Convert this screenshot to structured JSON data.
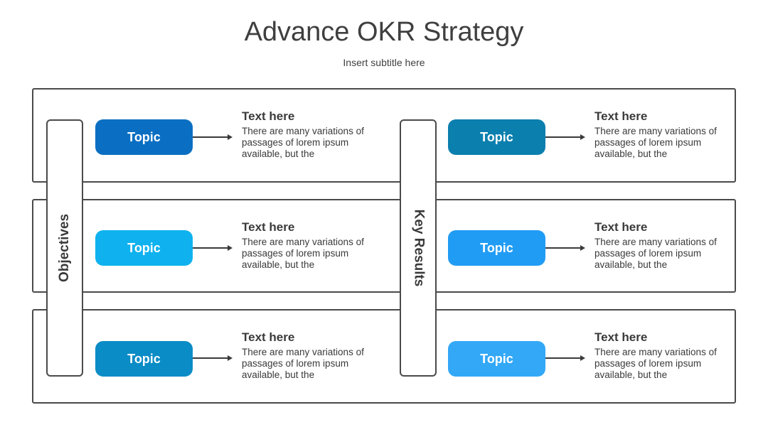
{
  "header": {
    "title": "Advance OKR Strategy",
    "subtitle": "Insert subtitle here"
  },
  "columns": {
    "left_label": "Objectives",
    "right_label": "Key Results"
  },
  "cells": [
    {
      "topic": "Topic",
      "color": "#0a6fc2",
      "heading": "Text here",
      "body": "There are many variations of passages of lorem ipsum available, but the"
    },
    {
      "topic": "Topic",
      "color": "#0b7fae",
      "heading": "Text here",
      "body": "There are many variations of passages of lorem ipsum available, but the"
    },
    {
      "topic": "Topic",
      "color": "#0fb2ee",
      "heading": "Text here",
      "body": "There are many variations of passages of lorem ipsum available, but the"
    },
    {
      "topic": "Topic",
      "color": "#219cf5",
      "heading": "Text here",
      "body": "There are many variations of passages of lorem ipsum available, but the"
    },
    {
      "topic": "Topic",
      "color": "#0a8cc6",
      "heading": "Text here",
      "body": "There are many variations of passages of lorem ipsum available, but the"
    },
    {
      "topic": "Topic",
      "color": "#33a8f7",
      "heading": "Text here",
      "body": "There are many variations of passages of lorem ipsum available, but the"
    }
  ]
}
